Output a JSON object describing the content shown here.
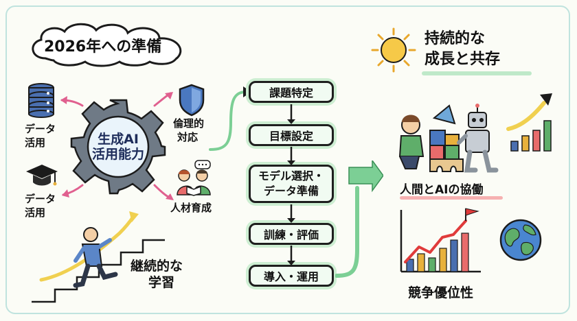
{
  "title": "2026年への準備",
  "gear": {
    "line1": "生成AI",
    "line2": "活用能力"
  },
  "satellites": {
    "data1_line1": "データ",
    "data1_line2": "活用",
    "data2_line1": "データ",
    "data2_line2": "活用",
    "ethics_line1": "倫理的",
    "ethics_line2": "対応",
    "talent": "人材育成"
  },
  "learning": {
    "line1": "継続的な",
    "line2": "学習"
  },
  "process_steps": [
    {
      "label": "課題特定"
    },
    {
      "label": "目標設定"
    },
    {
      "line1": "モデル選択・",
      "line2": "データ準備"
    },
    {
      "label": "訓練・評価"
    },
    {
      "label": "導入・運用"
    }
  ],
  "outcomes": {
    "title_line1": "持続的な",
    "title_line2": "成長と共存",
    "collab": "人間とAIの協働",
    "competitive": "競争優位性"
  },
  "colors": {
    "accent_green": "#7ccf95",
    "gear_gray": "#6f7a86",
    "arrow_pink": "#e0608f",
    "arrow_yellow": "#f0d050",
    "chart_red": "#e03b3b"
  }
}
